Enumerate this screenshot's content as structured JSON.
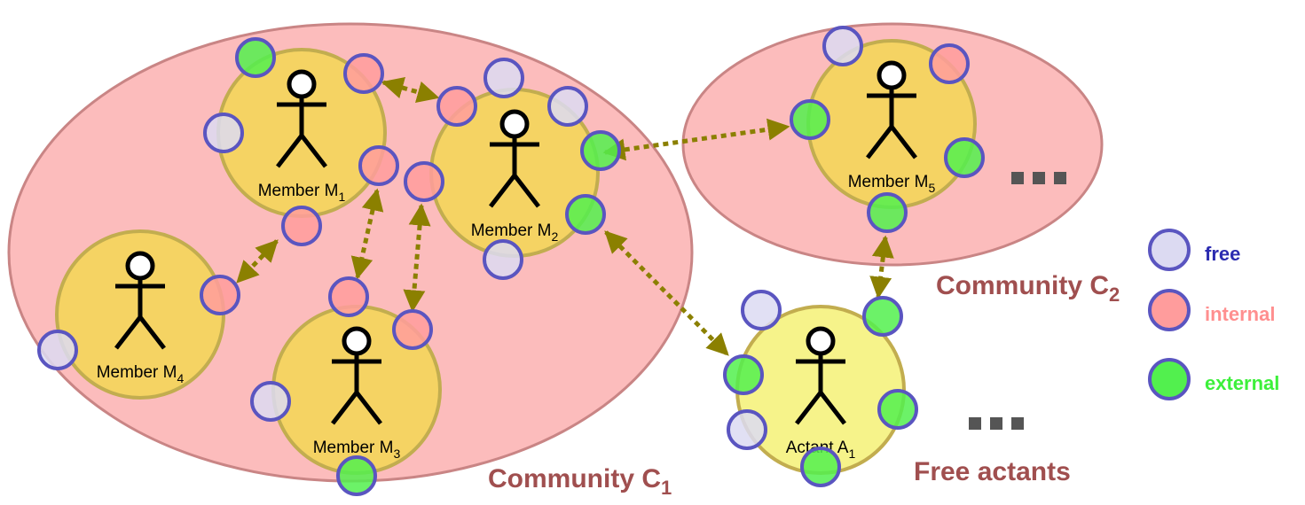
{
  "colors": {
    "community_fill": "#fcbcbc",
    "community_stroke": "#c98585",
    "member_fill": "#f5d363",
    "member_stroke": "#c2ad4f",
    "actant_fill": "#f6f38a",
    "port_stroke": "#5a55c0",
    "free": "#dcdaf2",
    "internal": "#ff9c9c",
    "external": "#52f04e",
    "arrow": "#8b8000",
    "title_text": "#a04f4f",
    "ellipsis": "#555555"
  },
  "communities": [
    {
      "label": "Community C",
      "sub": "1"
    },
    {
      "label": "Community C",
      "sub": "2"
    }
  ],
  "free_actants_label": "Free actants",
  "members": [
    {
      "label": "Member M",
      "sub": "1",
      "kind": "member"
    },
    {
      "label": "Member M",
      "sub": "2",
      "kind": "member"
    },
    {
      "label": "Member M",
      "sub": "4",
      "kind": "member"
    },
    {
      "label": "Member M",
      "sub": "3",
      "kind": "member"
    },
    {
      "label": "Member M",
      "sub": "5",
      "kind": "member"
    },
    {
      "label": "Actant A",
      "sub": "1",
      "kind": "actant"
    }
  ],
  "ports": [
    [
      "external",
      "internal",
      "free",
      "internal",
      "internal"
    ],
    [
      "free",
      "internal",
      "free",
      "external",
      "internal",
      "external",
      "free"
    ],
    [
      "internal",
      "free"
    ],
    [
      "internal",
      "internal",
      "free",
      "external"
    ],
    [
      "free",
      "internal",
      "external",
      "external",
      "external"
    ],
    [
      "free",
      "external",
      "external",
      "external",
      "free",
      "external"
    ]
  ],
  "legend": [
    {
      "type": "free",
      "label": "free",
      "color": "#2b2bb0"
    },
    {
      "type": "internal",
      "label": "internal",
      "color": "#ff8f8f"
    },
    {
      "type": "external",
      "label": "external",
      "color": "#3cf03a"
    }
  ],
  "ellipsis": "..."
}
